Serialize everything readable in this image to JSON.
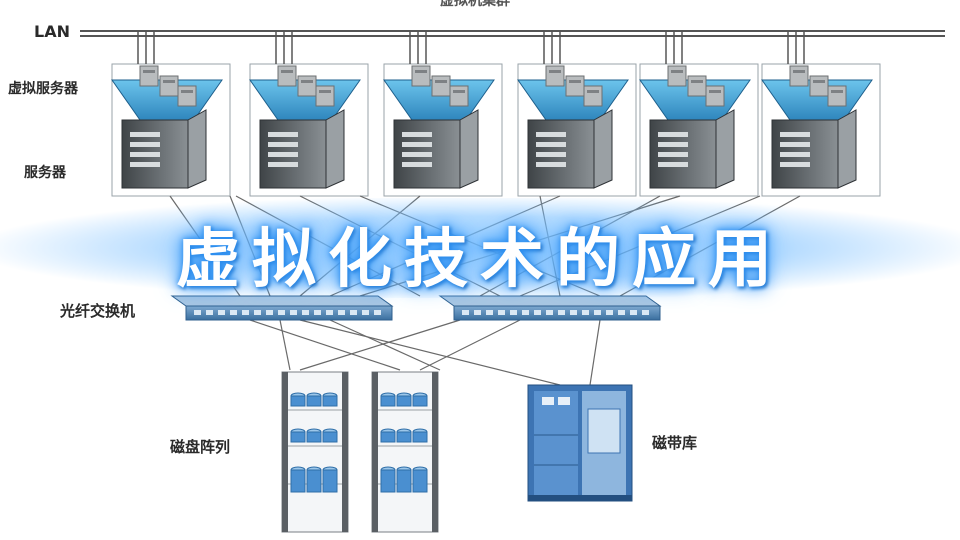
{
  "header_label": "虚拟机集群",
  "lan_label": "LAN",
  "row_labels": {
    "virtual_servers": "虚拟服务器",
    "servers": "服务器"
  },
  "title": "虚拟化技术的应用",
  "fc_switch_label": "光纤交换机",
  "disk_array_label": "磁盘阵列",
  "tape_library_label": "磁带库",
  "colors": {
    "accent_blue": "#2b8ef0",
    "vm_blue": "#4aa8d8",
    "server_gray": "#5f6468",
    "line_gray": "#6a6a6a"
  },
  "server_count": 6,
  "switch_count": 2,
  "disk_array_count": 2
}
